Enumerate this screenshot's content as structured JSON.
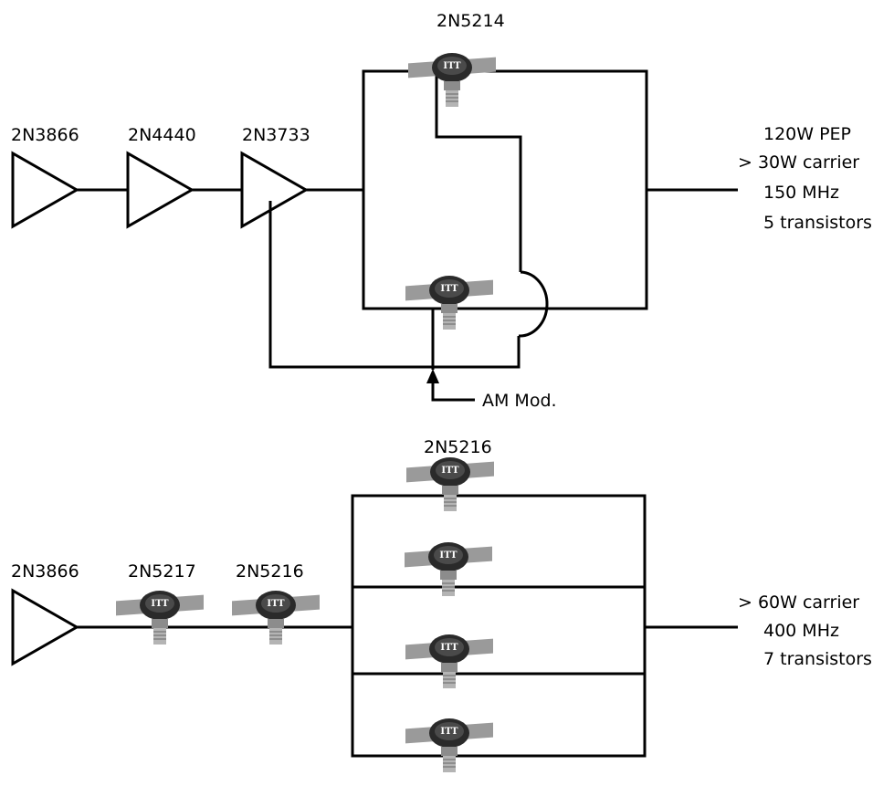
{
  "top_chain": {
    "stage1_label": "2N3866",
    "stage2_label": "2N4440",
    "stage3_label": "2N3733",
    "upper_transistor_label": "2N5214",
    "transistor_marking": "ITT",
    "mod_label": "AM Mod.",
    "specs": [
      "120W PEP",
      "> 30W carrier",
      "150 MHz",
      "5 transistors"
    ]
  },
  "bottom_chain": {
    "stage1_label": "2N3866",
    "stage2_label": "2N5217",
    "stage3_label": "2N5216",
    "final_label": "2N5216",
    "transistor_marking": "ITT",
    "specs": [
      "> 60W carrier",
      "400 MHz",
      "7 transistors"
    ]
  },
  "colors": {
    "line": "#000000",
    "flange": "#9a9a9a",
    "can": "#2a2a2a",
    "stud": "#b4b4b4"
  }
}
